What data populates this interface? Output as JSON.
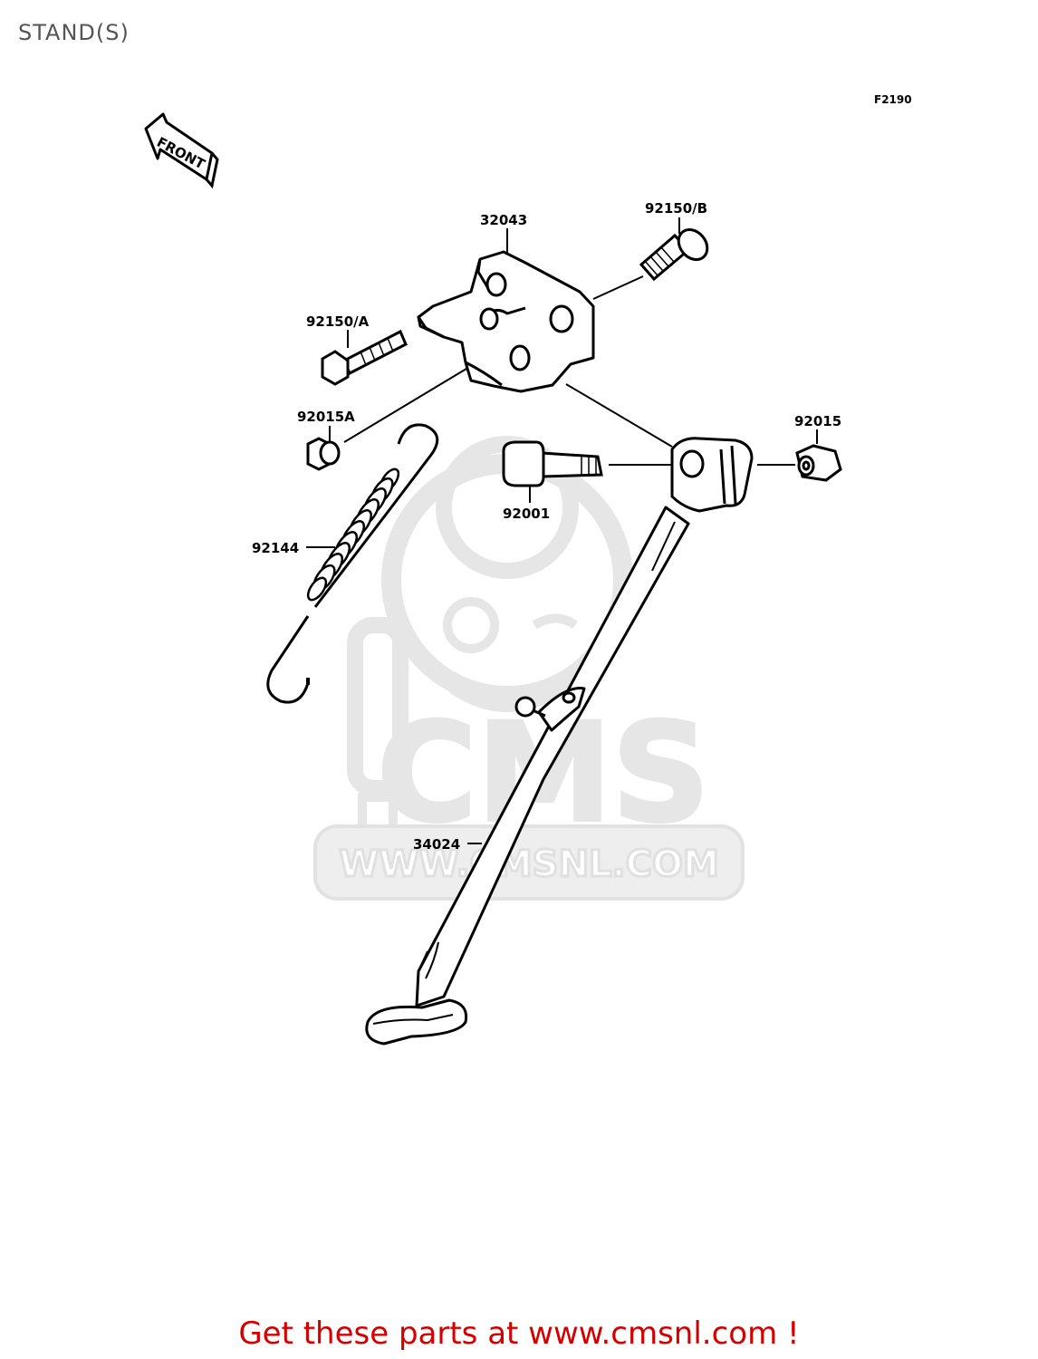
{
  "title": "STAND(S)",
  "figure_code": "F2190",
  "direction_label": "FRONT",
  "watermark": {
    "logo_text": "CMS",
    "url_text": "WWW.CMSNL.COM"
  },
  "parts": {
    "p32043": "32043",
    "p92150b": "92150/B",
    "p92150a": "92150/A",
    "p92015a": "92015A",
    "p92015": "92015",
    "p92001": "92001",
    "p92144": "92144",
    "p34024": "34024"
  },
  "footer": "Get these parts at www.cmsnl.com !",
  "colors": {
    "footer_text": "#d40000",
    "watermark": "#e6e6e6",
    "title_text": "#555555"
  }
}
